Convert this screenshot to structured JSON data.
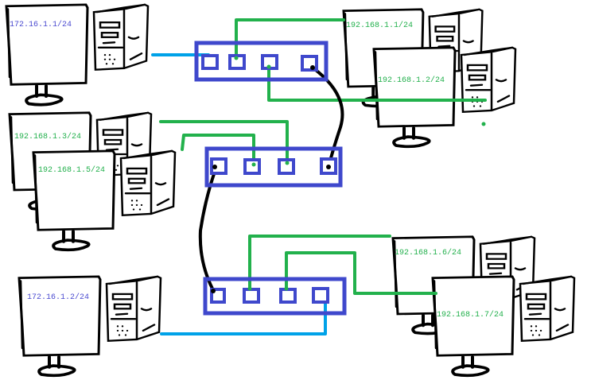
{
  "diagram": {
    "title": "Network topology: three switches with hosts",
    "colors": {
      "switch": "#3f48cc",
      "access_link_vlan_172": "#00a2e8",
      "access_link_vlan_192": "#22b14c",
      "trunk_link": "#000000",
      "label_172": "#4a4ad0",
      "label_192": "#22b04c"
    },
    "switches": [
      {
        "id": "switch-1",
        "ports": 4
      },
      {
        "id": "switch-2",
        "ports": 4
      },
      {
        "id": "switch-3",
        "ports": 4
      }
    ],
    "hosts": [
      {
        "id": "pc-a",
        "ip": "172.16.1.1/24",
        "switch": "switch-1",
        "port": 1,
        "link": "blue"
      },
      {
        "id": "pc-b",
        "ip": "192.168.1.1/24",
        "switch": "switch-1",
        "port": 2,
        "link": "green"
      },
      {
        "id": "pc-c",
        "ip": "192.168.1.2/24",
        "switch": "switch-1",
        "port": 3,
        "link": "green"
      },
      {
        "id": "pc-d",
        "ip": "192.168.1.3/24",
        "switch": "switch-2",
        "port": 3,
        "link": "green"
      },
      {
        "id": "pc-e",
        "ip": "192.168.1.5/24",
        "switch": "switch-2",
        "port": 2,
        "link": "green"
      },
      {
        "id": "pc-f",
        "ip": "172.16.1.2/24",
        "switch": "switch-3",
        "port": 4,
        "link": "blue"
      },
      {
        "id": "pc-g",
        "ip": "192.168.1.6/24",
        "switch": "switch-3",
        "port": 2,
        "link": "green"
      },
      {
        "id": "pc-h",
        "ip": "192.168.1.7/24",
        "switch": "switch-3",
        "port": 3,
        "link": "green"
      }
    ],
    "trunks": [
      {
        "from": "switch-1 port 4",
        "to": "switch-2 port 4"
      },
      {
        "from": "switch-2 port 1",
        "to": "switch-3 port 1"
      }
    ]
  }
}
